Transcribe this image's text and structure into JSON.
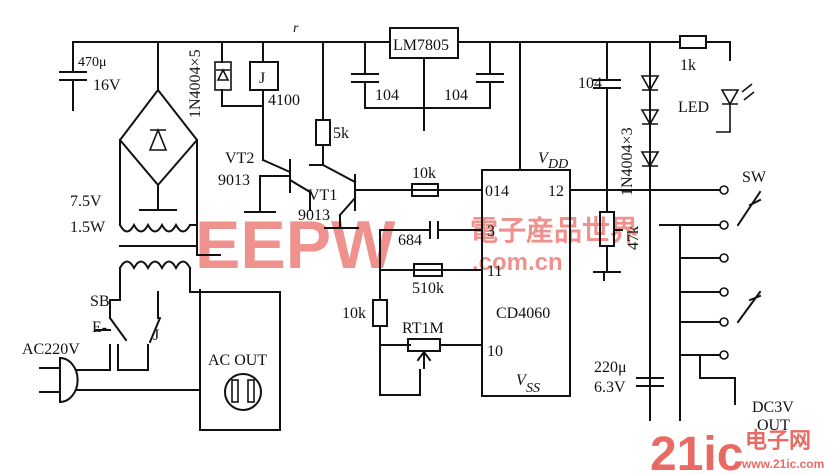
{
  "labels": {
    "cap_main": "470μ",
    "cap_main_v": "16V",
    "diode_bridge": "1N4004×5",
    "relay": "J",
    "relay_num": "4100",
    "node_r": "r",
    "regulator": "LM7805",
    "cap_reg_in": "104",
    "cap_reg_out": "104",
    "cap_top_right": "104",
    "r_top": "1k",
    "led": "LED",
    "diodes_right": "1N4004×3",
    "r_5k": "5k",
    "vt2": "VT2",
    "vt2_type": "9013",
    "vt1": "VT1",
    "vt1_type": "9013",
    "r_10k_top": "10k",
    "ic_pin14": "014",
    "ic_pin12": "12",
    "ic_vdd": "V",
    "ic_vdd_sub": "DD",
    "ic_pin3": "3",
    "ic_pin11": "11",
    "ic_pin10": "10",
    "ic_name": "CD4060",
    "ic_vss": "V",
    "ic_vss_sub": "SS",
    "cap_684": "684",
    "r_510k": "510k",
    "r_10k_left": "10k",
    "rt1m": "RT1M",
    "r_47k": "47k",
    "transformer_v": "7.5V",
    "transformer_w": "1.5W",
    "sb": "SB",
    "sb_e": "E-",
    "j_contact": "J",
    "ac_in": "AC220V",
    "ac_out": "AC OUT",
    "sw": "SW",
    "cap_220": "220μ",
    "cap_220_v": "6.3V",
    "dc_out1": "DC3V",
    "dc_out2": "OUT",
    "wm_center_latin": "EEPW",
    "wm_center_cn": "電子産品世界",
    "wm_center_dom": ".com.cn",
    "wm_bottom_num": "21ic",
    "wm_bottom_cn": "电子网",
    "wm_bottom_dom": "www.21ic.com"
  },
  "colors": {
    "line": "#111111",
    "watermark_red": "#e2392f",
    "watermark_light": "#f19a90"
  }
}
